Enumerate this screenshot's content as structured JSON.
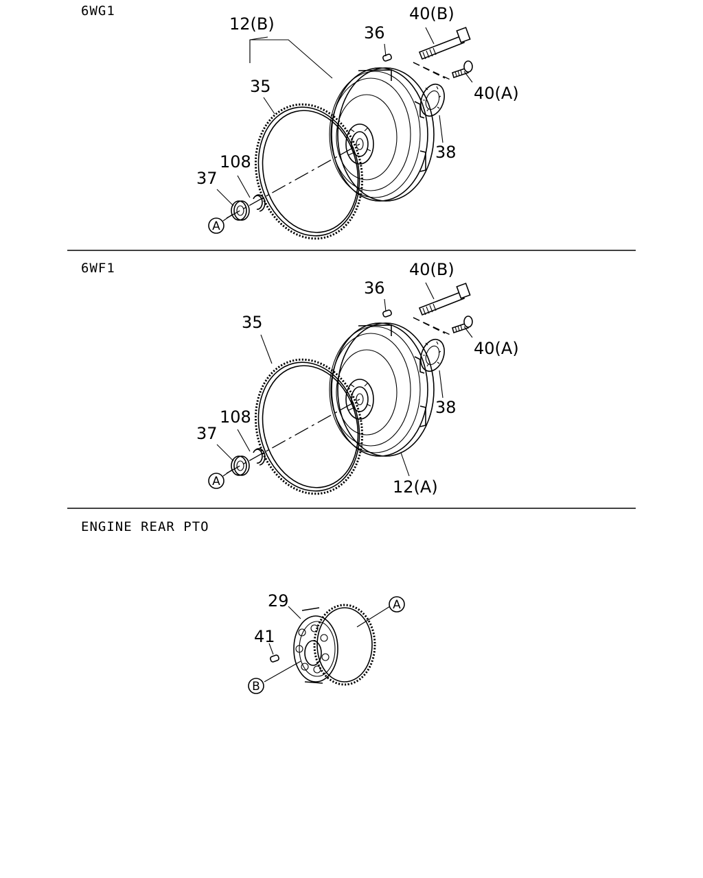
{
  "sections": [
    {
      "title": "6WG1",
      "labels": {
        "flywheel": "12(B)",
        "pin": "36",
        "bolt_long": "40(B)",
        "bolt_short": "40(A)",
        "ring_gear": "35",
        "plate": "38",
        "snap_ring": "108",
        "bearing": "37"
      },
      "refs": {
        "a": "A"
      }
    },
    {
      "title": "6WF1",
      "labels": {
        "pin": "36",
        "bolt_long": "40(B)",
        "bolt_short": "40(A)",
        "ring_gear": "35",
        "plate": "38",
        "snap_ring": "108",
        "bearing": "37",
        "flywheel": "12(A)"
      },
      "refs": {
        "a": "A"
      }
    },
    {
      "title": "ENGINE REAR PTO",
      "labels": {
        "gear": "29",
        "pin": "41"
      },
      "refs": {
        "a": "A",
        "b": "B"
      }
    }
  ]
}
